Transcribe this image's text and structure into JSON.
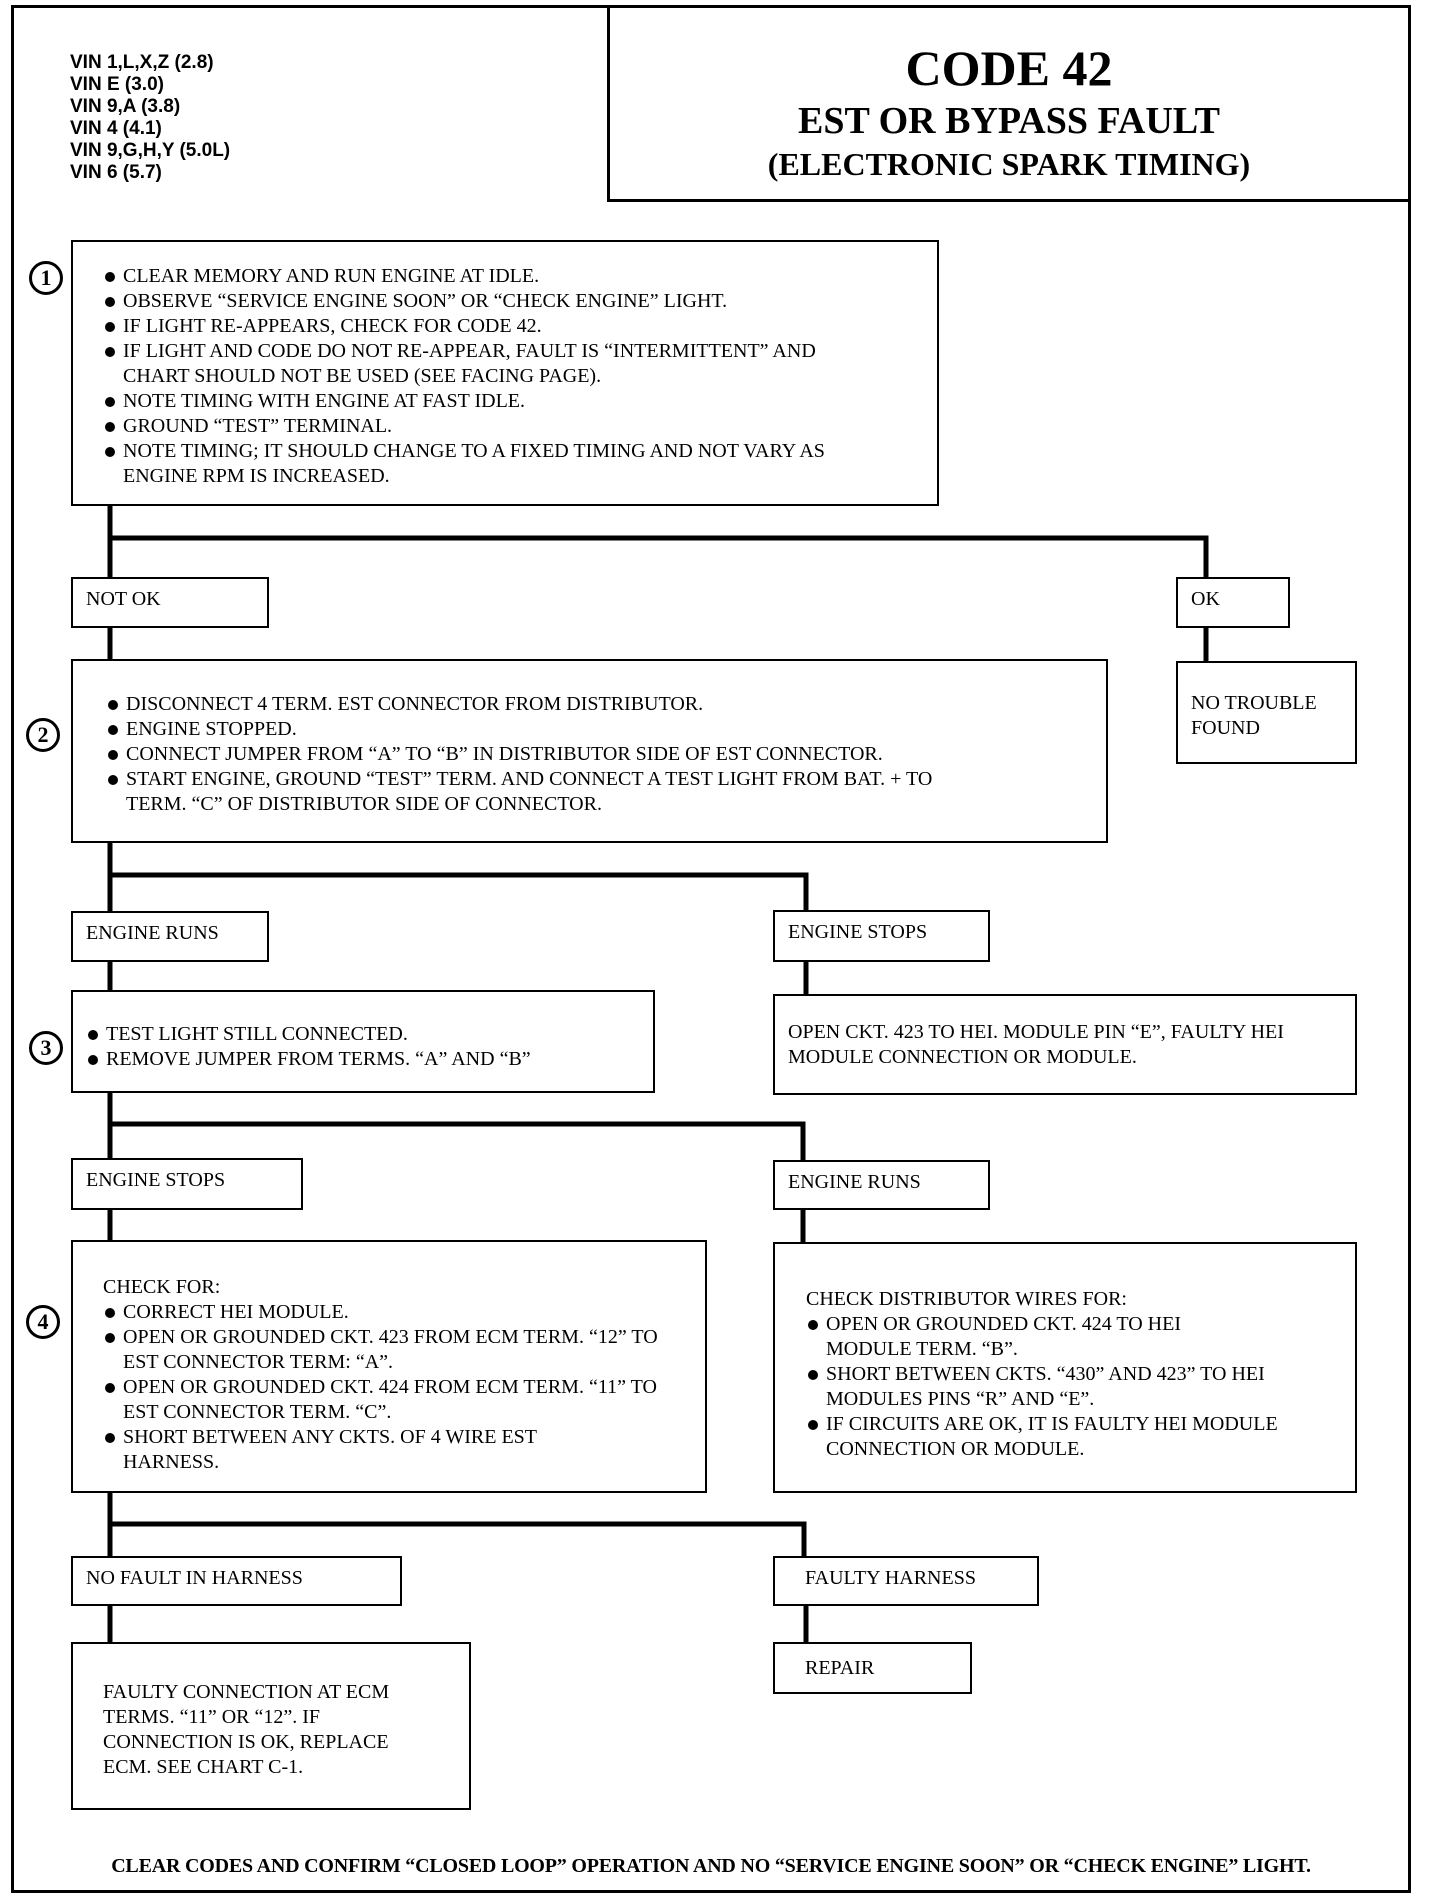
{
  "vin_list": [
    "VIN 1,L,X,Z (2.8)",
    "VIN E (3.0)",
    "VIN 9,A (3.8)",
    "VIN 4 (4.1)",
    "VIN 9,G,H,Y (5.0L)",
    "VIN 6 (5.7)"
  ],
  "title": {
    "code": "CODE 42",
    "main": "EST OR BYPASS FAULT",
    "sub": "(ELECTRONIC SPARK TIMING)"
  },
  "steps": {
    "s1": {
      "number": "1",
      "bullets": [
        "CLEAR MEMORY AND RUN ENGINE AT IDLE.",
        "OBSERVE “SERVICE ENGINE SOON” OR “CHECK ENGINE” LIGHT.",
        "IF LIGHT RE-APPEARS, CHECK FOR CODE 42.",
        "IF LIGHT AND CODE DO NOT RE-APPEAR, FAULT IS “INTERMITTENT” AND CHART SHOULD NOT BE USED (SEE FACING PAGE).",
        "NOTE TIMING WITH ENGINE AT FAST IDLE.",
        "GROUND “TEST” TERMINAL.",
        "NOTE TIMING; IT SHOULD CHANGE TO A FIXED TIMING AND NOT VARY AS ENGINE RPM IS INCREASED."
      ]
    },
    "s2": {
      "number": "2",
      "bullets": [
        "DISCONNECT 4 TERM. EST CONNECTOR FROM DISTRIBUTOR.",
        "ENGINE STOPPED.",
        "CONNECT JUMPER FROM “A” TO “B” IN DISTRIBUTOR SIDE OF EST CONNECTOR.",
        "START ENGINE, GROUND “TEST” TERM. AND CONNECT A TEST LIGHT FROM BAT. + TO TERM. “C” OF DISTRIBUTOR SIDE OF CONNECTOR."
      ]
    },
    "s3": {
      "number": "3",
      "bullets": [
        "TEST LIGHT STILL CONNECTED.",
        "REMOVE JUMPER FROM TERMS. “A” AND “B”"
      ]
    },
    "s4": {
      "number": "4",
      "heading": "CHECK FOR:",
      "bullets": [
        "CORRECT HEI MODULE.",
        "OPEN OR GROUNDED CKT. 423 FROM ECM TERM. “12” TO EST CONNECTOR TERM: “A”.",
        "OPEN OR GROUNDED CKT. 424 FROM ECM TERM. “11” TO EST CONNECTOR TERM. “C”.",
        "SHORT BETWEEN ANY CKTS. OF 4 WIRE EST HARNESS."
      ]
    }
  },
  "labels": {
    "not_ok": "NOT OK",
    "ok": "OK",
    "engine_runs_1": "ENGINE RUNS",
    "engine_stops_1": "ENGINE STOPS",
    "engine_stops_2": "ENGINE STOPS",
    "engine_runs_2": "ENGINE RUNS",
    "no_fault": "NO FAULT IN HARNESS",
    "faulty_harness": "FAULTY HARNESS",
    "repair": "REPAIR"
  },
  "results": {
    "no_trouble": "NO TROUBLE FOUND",
    "open_ckt": "OPEN CKT. 423 TO HEI. MODULE PIN “E”, FAULTY HEI MODULE CONNECTION OR MODULE.",
    "check_distributor": {
      "heading": "CHECK DISTRIBUTOR WIRES FOR:",
      "bullets": [
        "OPEN OR GROUNDED CKT. 424 TO HEI MODULE TERM. “B”.",
        "SHORT BETWEEN CKTS. “430” AND 423” TO HEI MODULES PINS “R” AND “E”.",
        "IF CIRCUITS ARE OK, IT IS FAULTY HEI MODULE CONNECTION OR MODULE."
      ]
    },
    "faulty_connection": "FAULTY CONNECTION AT ECM TERMS. “11” OR “12”. IF CONNECTION IS OK, REPLACE ECM. SEE CHART C-1."
  },
  "footer": "CLEAR CODES AND CONFIRM “CLOSED LOOP” OPERATION AND NO “SERVICE ENGINE SOON” OR “CHECK ENGINE” LIGHT."
}
